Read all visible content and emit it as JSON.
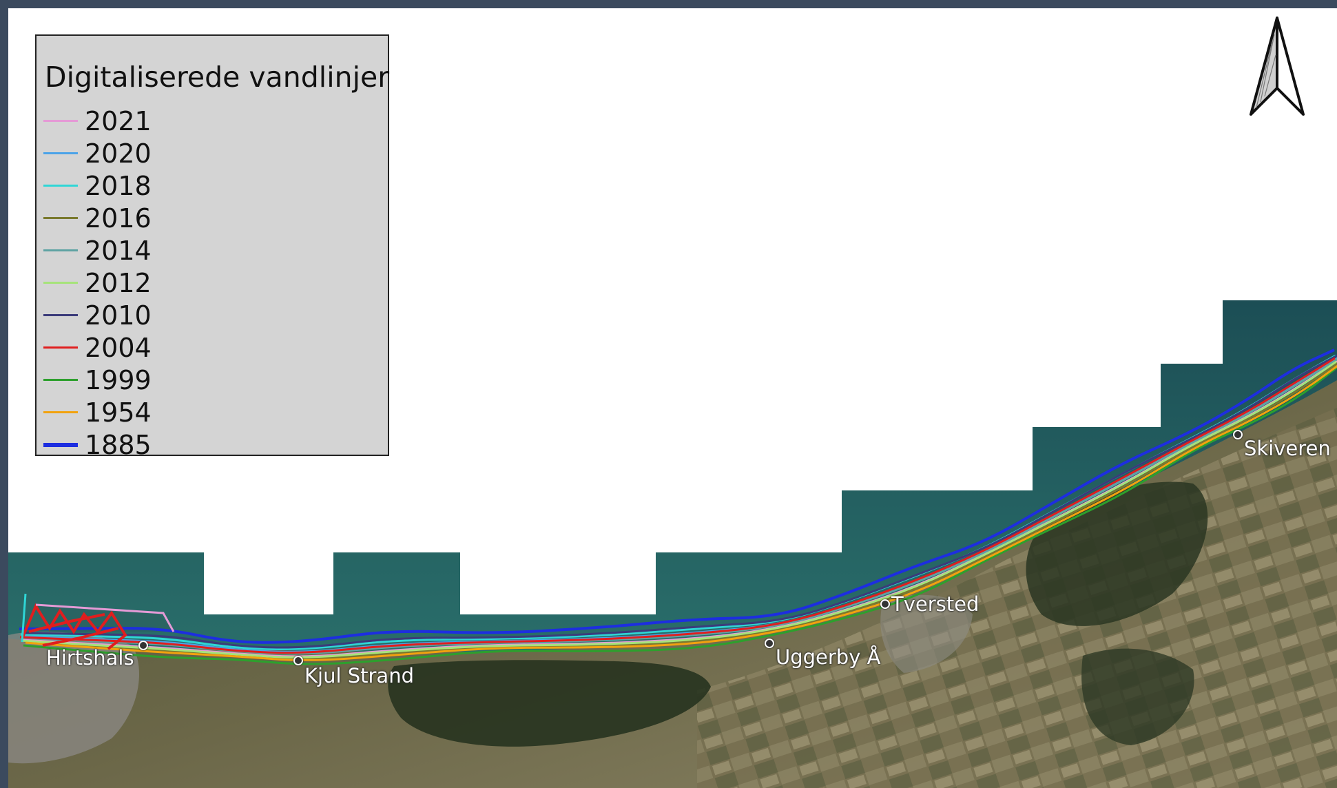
{
  "legend": {
    "title": "Digitaliserede vandlinjer",
    "items": [
      {
        "label": "2021",
        "color": "#e59ad6"
      },
      {
        "label": "2020",
        "color": "#4ba3e8"
      },
      {
        "label": "2018",
        "color": "#2fd6d6"
      },
      {
        "label": "2016",
        "color": "#7a7a2e"
      },
      {
        "label": "2014",
        "color": "#5ea3a3"
      },
      {
        "label": "2012",
        "color": "#a6e37a"
      },
      {
        "label": "2010",
        "color": "#3b3b7a"
      },
      {
        "label": "2004",
        "color": "#e01e1e"
      },
      {
        "label": "1999",
        "color": "#2da02d"
      },
      {
        "label": "1954",
        "color": "#f2a20e"
      },
      {
        "label": "1885",
        "color": "#1d2ee0"
      }
    ]
  },
  "places": [
    {
      "name": "Hirtshals"
    },
    {
      "name": "Kjul Strand"
    },
    {
      "name": "Uggerby Å"
    },
    {
      "name": "Tversted"
    },
    {
      "name": "Skiveren"
    }
  ],
  "north_arrow": {
    "icon": "north-arrow-icon"
  },
  "colors": {
    "sea": "#1f5f62",
    "land": "#5b5a3c",
    "forest": "#2c3a25",
    "background": "#ffffff",
    "frame": "#3b4a5e"
  }
}
